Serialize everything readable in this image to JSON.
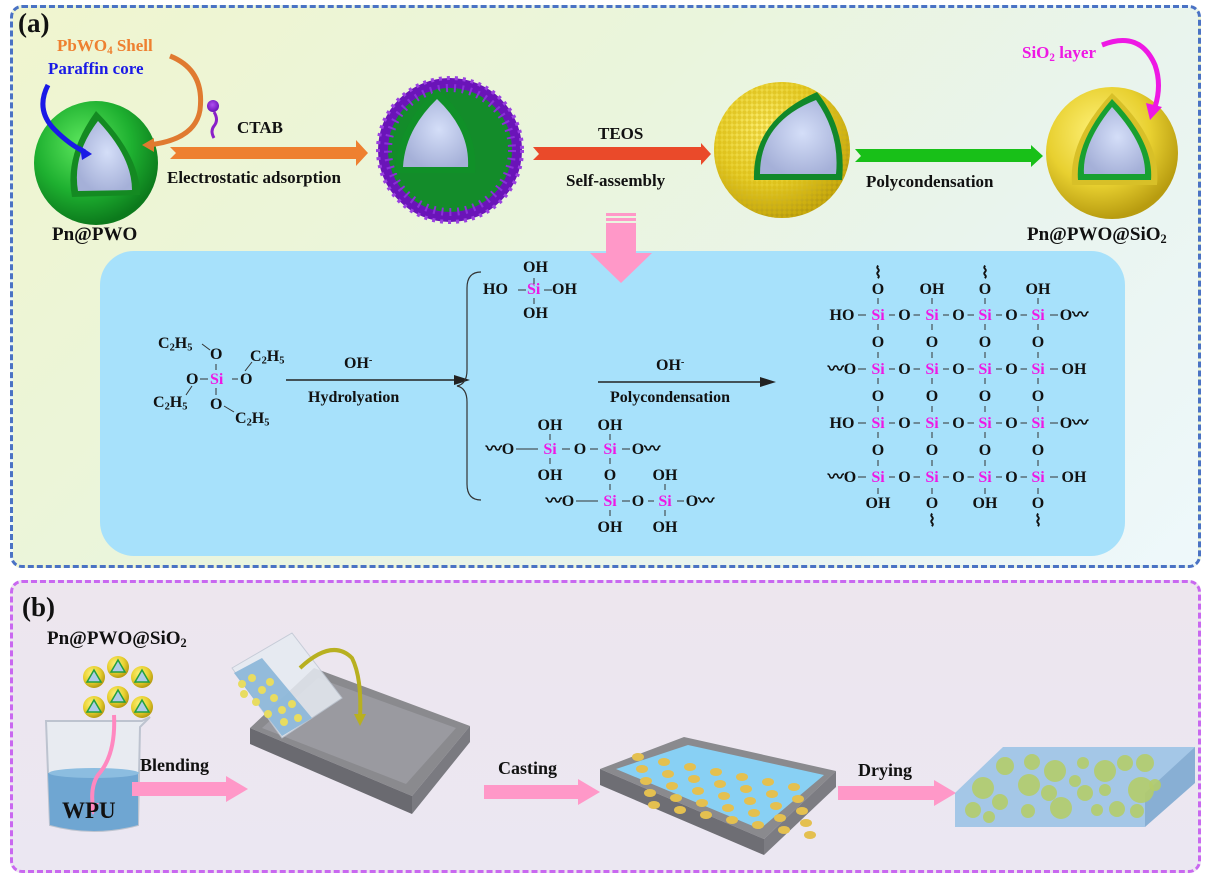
{
  "panel_a": {
    "label": "(a)",
    "annotations": {
      "shell": "PbWO",
      "shell_sub": "4",
      "shell_tail": " Shell",
      "core": "Paraffin core",
      "sio2_layer": "SiO",
      "sio2_sub": "2",
      "sio2_tail": " layer"
    },
    "particles": {
      "start": "Pn@PWO",
      "end": "Pn@PWO@SiO",
      "end_sub": "2"
    },
    "steps": [
      {
        "reagent": "CTAB",
        "process": "Electrostatic adsorption",
        "color": "#ee8030"
      },
      {
        "reagent": "TEOS",
        "process": "Self-assembly",
        "color": "#ea4a2a"
      },
      {
        "reagent": "",
        "process": "Polycondensation",
        "color": "#18c018"
      }
    ],
    "reaction": {
      "teos_c2h5": "C",
      "teos_c2h5_sub": "2",
      "teos_h": "H",
      "teos_h_sub": "5",
      "o": "O",
      "si": "Si",
      "oh": "OH",
      "ho": "HO",
      "step1_reagent": "OH",
      "step1_reagent_sup": "-",
      "step1_label": "Hydrolyation",
      "step2_reagent": "OH",
      "step2_reagent_sup": "-",
      "step2_label": "Polycondensation",
      "wave": "〰"
    }
  },
  "panel_b": {
    "label": "(b)",
    "particles_label": "Pn@PWO@SiO",
    "particles_sub": "2",
    "beaker_label": "WPU",
    "steps": [
      "Blending",
      "Casting",
      "Drying"
    ]
  },
  "colors": {
    "panel_a_border": "#4a72c4",
    "panel_b_border": "#c968f0",
    "si": "#ee18e4",
    "shell_label": "#ee8030",
    "core_label": "#1a1ae6",
    "sio2_label": "#ee18e4",
    "pink_arrow": "#ff98c8"
  }
}
